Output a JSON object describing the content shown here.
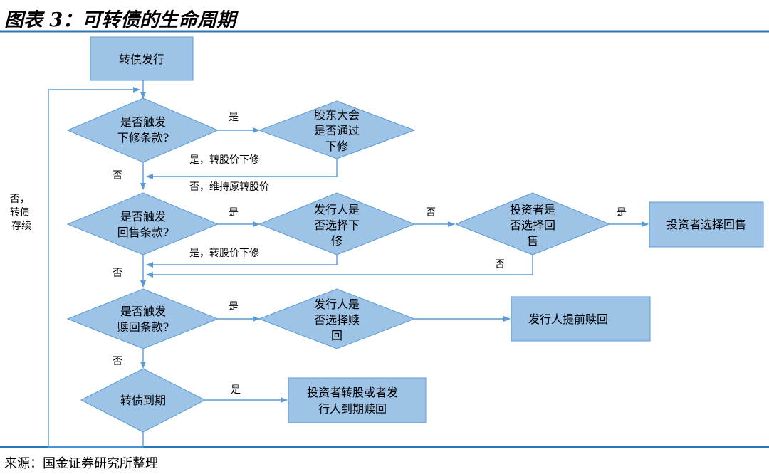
{
  "title": "图表 3：可转债的生命周期",
  "source": "来源：国金证券研究所整理",
  "colors": {
    "fill": "#9dc3e6",
    "stroke": "#5b9bd5",
    "rule": "#2e75b6"
  },
  "nodes": {
    "issue": [
      "转债发行"
    ],
    "q_down": [
      "是否触发",
      "下修条款?"
    ],
    "vote": [
      "股东大会",
      "是否通过",
      "下修"
    ],
    "q_put": [
      "是否触发",
      "回售条款?"
    ],
    "iss_down": [
      "发行人是",
      "否选择下",
      "修"
    ],
    "inv_put": [
      "投资者是",
      "否选择回",
      "售"
    ],
    "inv_put_box": [
      "投资者选择回售"
    ],
    "q_call": [
      "是否触发",
      "赎回条款?"
    ],
    "iss_call": [
      "发行人是",
      "否选择赎",
      "回"
    ],
    "iss_call_box": [
      "发行人提前赎回"
    ],
    "maturity": [
      "转债到期"
    ],
    "end_box": [
      "投资者转股或者发",
      "行人到期赎回"
    ]
  },
  "labels": {
    "yes1": "是",
    "yes_down1": "是，转股价下修",
    "no_keep": "否，维持原转股价",
    "no1": "否",
    "yes2": "是",
    "no2": "否",
    "yes3": "是",
    "yes_down2": "是，转股价下修",
    "no3": "否",
    "no4": "否",
    "yes4": "是",
    "no5": "否",
    "yes5": "是",
    "loop": [
      "否，",
      "转债",
      "存续"
    ]
  }
}
